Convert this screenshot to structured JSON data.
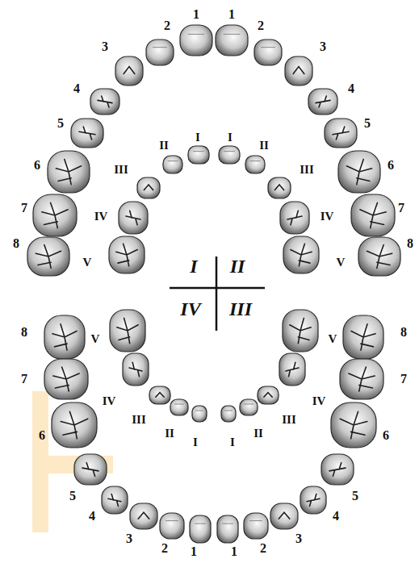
{
  "diagram": {
    "labels": [
      "1",
      "1",
      "2",
      "2",
      "3",
      "3",
      "4",
      "4",
      "5",
      "5",
      "6",
      "6",
      "7",
      "7",
      "8",
      "8",
      "I",
      "I",
      "II",
      "II",
      "III",
      "III",
      "IV",
      "IV",
      "V",
      "V",
      "I",
      "II",
      "IV",
      "III",
      "V",
      "V",
      "IV",
      "IV",
      "III",
      "III",
      "II",
      "II",
      "I",
      "I",
      "8",
      "8",
      "7",
      "7",
      "6",
      "6",
      "5",
      "5",
      "4",
      "4",
      "3",
      "3",
      "2",
      "2",
      "1",
      "1"
    ]
  }
}
